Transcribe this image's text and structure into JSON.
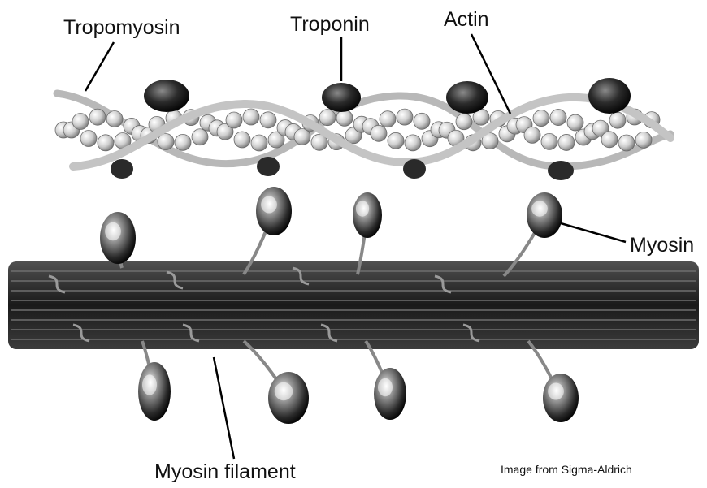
{
  "labels": {
    "tropomyosin": "Tropomyosin",
    "troponin": "Troponin",
    "actin": "Actin",
    "myosin": "Myosin",
    "myosin_filament": "Myosin filament"
  },
  "credit": "Image from Sigma-Aldrich"
}
